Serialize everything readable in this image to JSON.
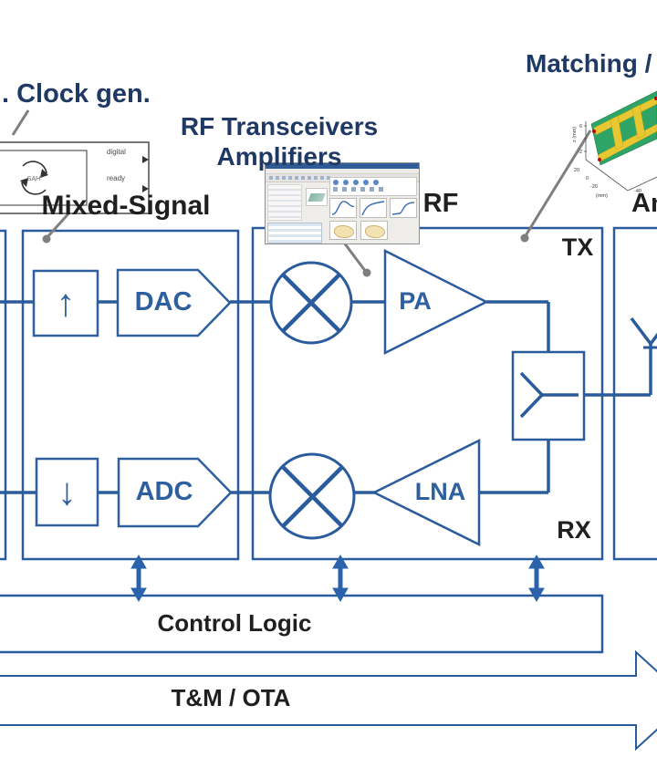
{
  "colors": {
    "navy_text": "#1F3864",
    "diagram_line": "#2A5B9C",
    "block_text": "#2E5F9E",
    "dark_text": "#1F1F1F",
    "arrow_fill": "#2A63AC",
    "callout_gray": "#7F7F7F",
    "pcb_green": "#2EA566",
    "trace_yellow": "#E8C832"
  },
  "headings": {
    "clock_gen": ". Clock gen.",
    "rf_transceivers_line1": "RF Transceivers",
    "rf_transceivers_line2": "Amplifiers",
    "matching": "Matching / Filters"
  },
  "sections": {
    "mixed_signal": "Mixed-Signal",
    "rf": "RF",
    "antennas": "Antennas",
    "tx": "TX",
    "rx": "RX"
  },
  "blocks": {
    "upsample": "↑",
    "downsample": "↓",
    "dac": "DAC",
    "adc": "ADC",
    "pa": "PA",
    "lna": "LNA"
  },
  "bars": {
    "control_logic": "Control Logic",
    "tm_ota": "T&M / OTA"
  },
  "clock_image": {
    "core": "SAH",
    "port_digital": "digital",
    "port_ready": "ready"
  },
  "plot3d": {
    "z_label": "z (mm)",
    "mm_label": "(mm)",
    "z_tick_top": "6",
    "z_tick_bottom": "-2",
    "y_tick_1": "20",
    "y_tick_2": "0",
    "y_tick_3": "-20",
    "x_tick": "-40"
  }
}
